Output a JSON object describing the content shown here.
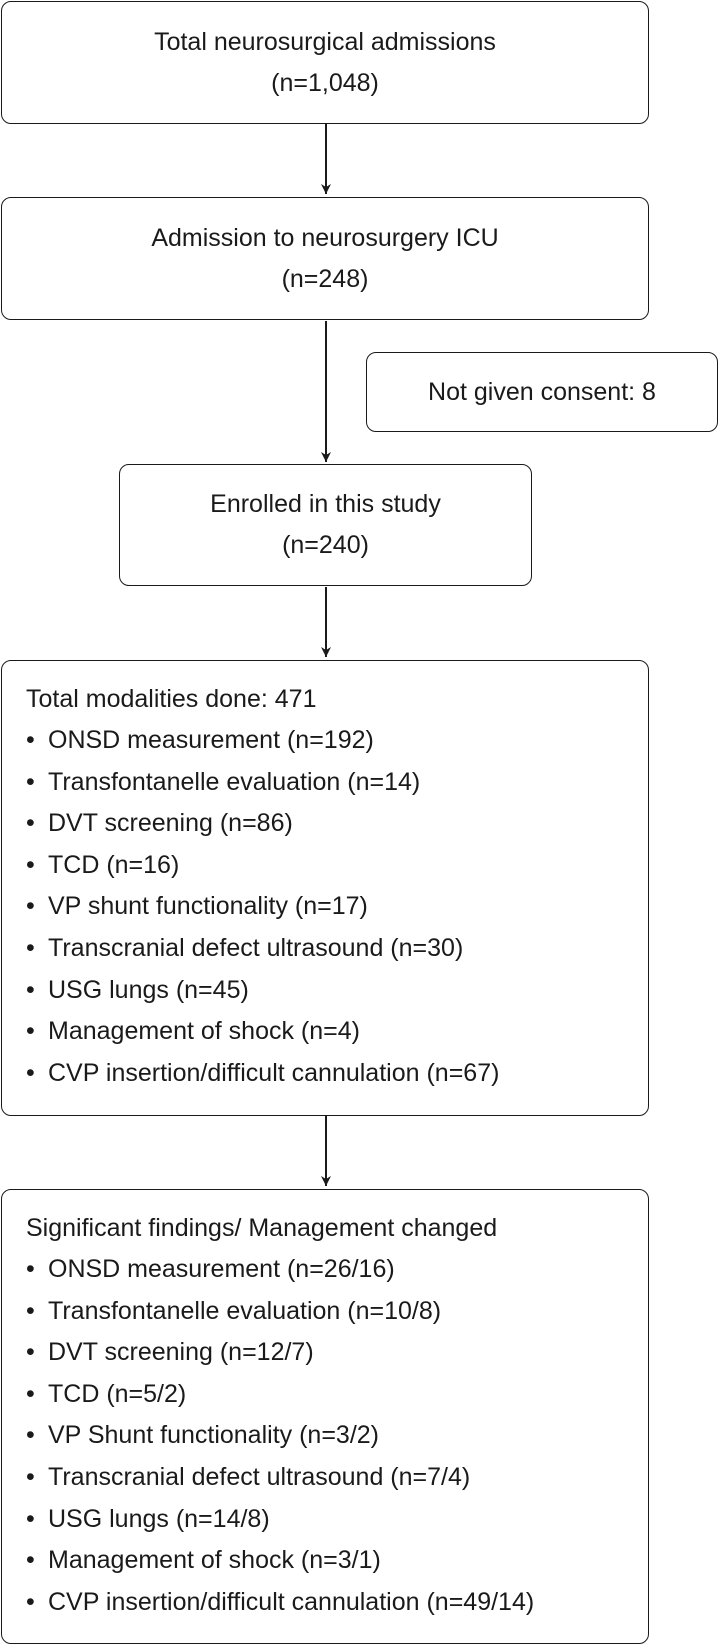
{
  "boxes": {
    "total_admissions": {
      "title": "Total neurosurgical admissions",
      "count": "(n=1,048)"
    },
    "icu_admission": {
      "title": "Admission to neurosurgery ICU",
      "count": "(n=248)"
    },
    "no_consent": {
      "title": "Not given consent: 8"
    },
    "enrolled": {
      "title": "Enrolled in this study",
      "count": "(n=240)"
    },
    "modalities": {
      "title": "Total modalities done: 471",
      "items": [
        "ONSD measurement (n=192)",
        "Transfontanelle evaluation (n=14)",
        "DVT screening (n=86)",
        "TCD (n=16)",
        "VP shunt functionality (n=17)",
        "Transcranial defect ultrasound (n=30)",
        "USG lungs (n=45)",
        "Management of shock (n=4)",
        "CVP insertion/difficult cannulation (n=67)"
      ]
    },
    "findings": {
      "title": "Significant findings/ Management changed",
      "items": [
        "ONSD measurement (n=26/16)",
        "Transfontanelle evaluation (n=10/8)",
        "DVT screening (n=12/7)",
        "TCD (n=5/2)",
        "VP Shunt functionality (n=3/2)",
        "Transcranial defect ultrasound (n=7/4)",
        "USG lungs (n=14/8)",
        "Management of shock (n=3/1)",
        "CVP insertion/difficult cannulation (n=49/14)"
      ]
    }
  },
  "bullet": "•"
}
